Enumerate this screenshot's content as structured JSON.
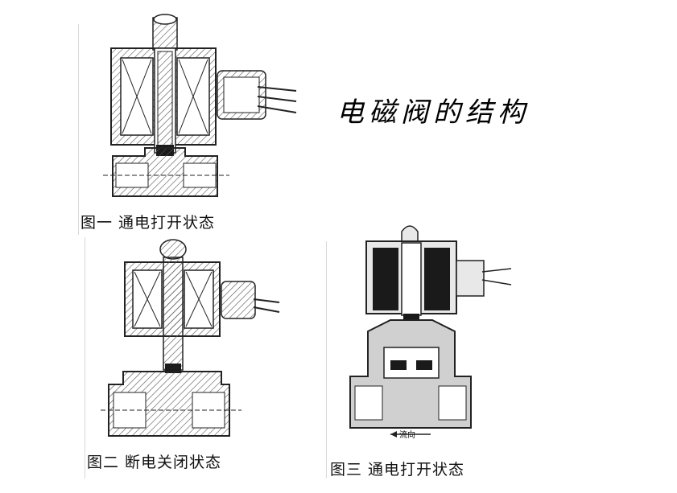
{
  "title": "电磁阀的结构",
  "figures": [
    {
      "caption": "图一  通电打开状态"
    },
    {
      "caption": "图二  断电关闭状态"
    },
    {
      "caption": "图三  通电打开状态",
      "flow_label": "流向"
    }
  ],
  "colors": {
    "line": "#222222",
    "hatch": "#555555",
    "fill_light": "#e8e8e8",
    "fill_dark": "#1a1a1a",
    "body_gray": "#d0d0d0"
  }
}
